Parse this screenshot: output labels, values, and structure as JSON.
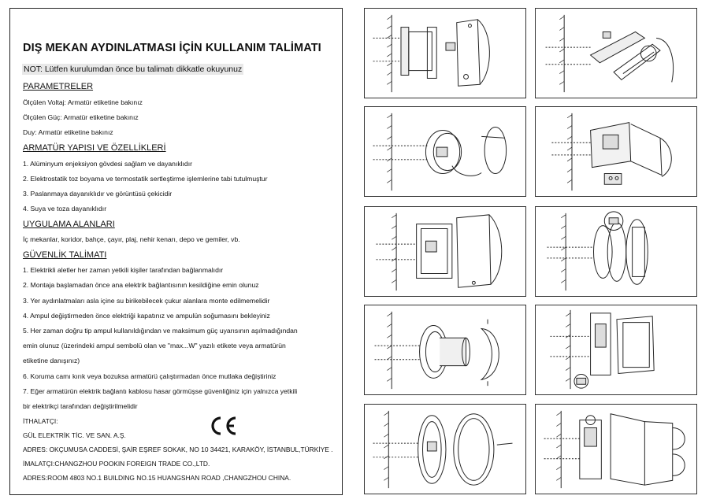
{
  "document": {
    "title": "DIŞ MEKAN AYDINLATMASI İÇİN KULLANIM TALİMATI",
    "note": "NOT: Lütfen kurulumdan önce bu talimatı dikkatle okuyunuz",
    "parameters": {
      "heading": "PARAMETRELER",
      "lines": [
        "Ölçülen Voltaj: Armatür etiketine bakınız",
        "Ölçülen Güç: Armatür etiketine bakınız",
        "Duy: Armatür etiketine bakınız"
      ]
    },
    "structure": {
      "heading": "ARMATÜR YAPISI VE ÖZELLİKLERİ",
      "lines": [
        "1. Alüminyum enjeksiyon gövdesi sağlam ve dayanıklıdır",
        "2. Elektrostatik toz boyama ve termostatik sertleştirme işlemlerine tabi tutulmuştur",
        "3. Paslanmaya dayanıklıdır ve görüntüsü çekicidir",
        "4. Suya ve toza dayanıklıdır"
      ]
    },
    "usage": {
      "heading": "UYGULAMA ALANLARI",
      "lines": [
        "İç mekanlar, koridor, bahçe, çayır, plaj, nehir kenarı, depo ve gemiler, vb."
      ]
    },
    "safety": {
      "heading": "GÜVENLİK TALİMATI",
      "lines": [
        "1. Elektrikli aletler her zaman yetkili kişiler tarafından bağlanmalıdır",
        "2. Montaja başlamadan önce ana elektrik bağlantısının kesildiğine emin olunuz",
        "3. Yer aydınlatmaları asla içine su birikebilecek çukur alanlara monte edilmemelidir",
        "4. Ampul değiştirmeden önce elektriği kapatınız ve ampulün soğumasını bekleyiniz",
        "5. Her zaman doğru tip ampul kullanıldığından ve maksimum güç uyarısının aşılmadığından",
        "emin olunuz (üzerindeki ampul sembolü olan ve \"max...W\" yazılı etikete veya armatürün",
        "etiketine danışınız)",
        "6. Koruma camı kırık veya bozuksa armatürü çalıştırmadan önce mutlaka değiştiriniz",
        "7. Eğer armatürün elektrik bağlantı kablosu hasar görmüşse güvenliğiniz için yalnızca yetkili",
        "bir elektrikçi tarafından değiştirilmelidir"
      ]
    },
    "importer": {
      "lines": [
        "İTHALATÇI:",
        "GÜL ELEKTRİK TİC. VE SAN. A.Ş.",
        "ADRES: OKÇUMUSA CADDESİ, ŞAİR EŞREF SOKAK, NO 10 34421, KARAKÖY, İSTANBUL,TÜRKİYE .",
        "İMALATÇI:CHANGZHOU POOKIN FOREIGN TRADE CO.,LTD.",
        "ADRES:ROOM 4803 NO.1 BUILDING NO.15 HUANGSHAN ROAD ,CHANGZHOU CHINA."
      ]
    },
    "ce_mark": "CE"
  },
  "diagrams": [
    {
      "name": "wall-mount-box-bracket"
    },
    {
      "name": "wall-mount-rectangular-panel"
    },
    {
      "name": "wall-mount-round-housing"
    },
    {
      "name": "wall-mount-bracket-terminal"
    },
    {
      "name": "wall-mount-square-box"
    },
    {
      "name": "wall-mount-round-lamp-side"
    },
    {
      "name": "wall-mount-round-base-dome"
    },
    {
      "name": "wall-mount-tall-panel"
    },
    {
      "name": "wall-mount-round-frame"
    },
    {
      "name": "wall-mount-arch-bracket"
    }
  ]
}
